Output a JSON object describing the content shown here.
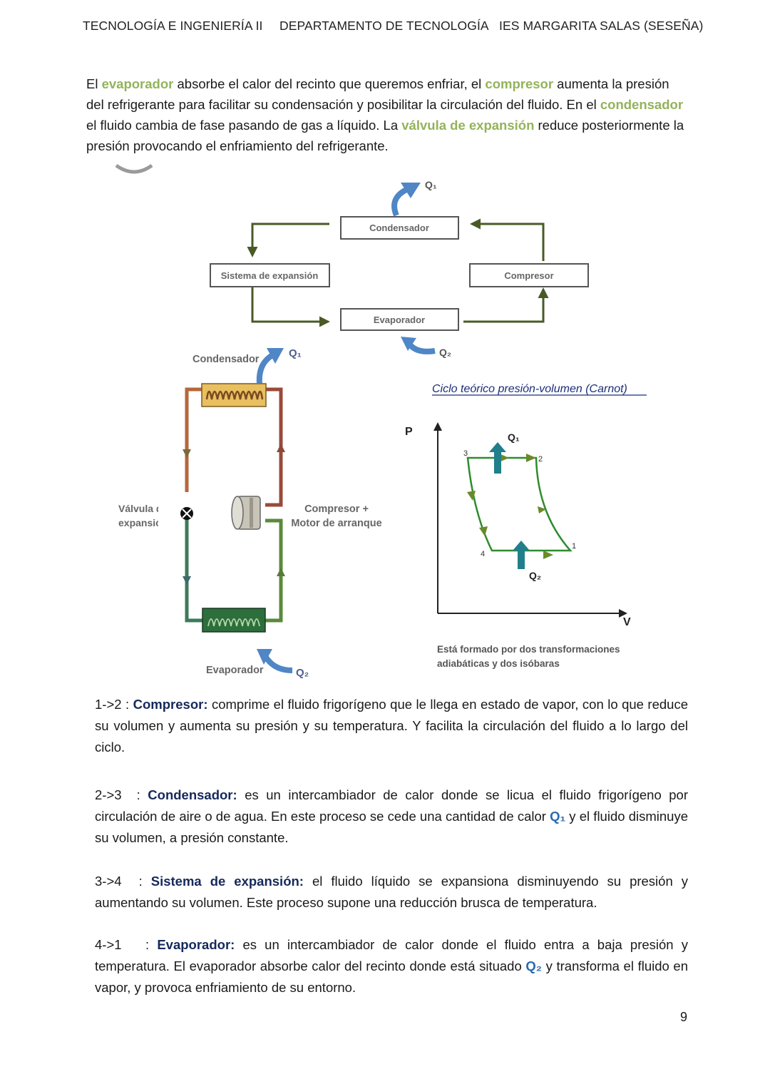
{
  "header": {
    "left": "TECNOLOGÍA E INGENIERÍA II",
    "center": "DEPARTAMENTO DE TECNOLOGÍA",
    "right": "IES MARGARITA SALAS (SESEÑA)"
  },
  "intro": {
    "t1": "El ",
    "k1": "evaporador",
    "t2": " absorbe el calor del recinto que queremos enfriar, el ",
    "k2": "compresor",
    "t3": " aumenta la presión del refrigerante para facilitar su condensación y posibilitar la circulación del fluido. En el ",
    "k3": "condensador",
    "t4": " el fluido cambia de fase pasando de gas a líquido. La ",
    "k4": "válvula de expansión",
    "t5": " reduce posteriormente la presión provocando el enfriamiento del refrigerante."
  },
  "block_diagram": {
    "condensador": "Condensador",
    "expansion": "Sistema de expansión",
    "compresor": "Compresor",
    "evaporador": "Evaporador",
    "q1": "Q₁",
    "q2": "Q₂"
  },
  "circuit": {
    "condensador": "Condensador",
    "evaporador": "Evaporador",
    "valvula_1": "Válvula d",
    "valvula_2": "expansió",
    "compresor_1": "Compresor +",
    "compresor_2": "Motor de arranque",
    "q1": "Q₁",
    "q2": "Q₂"
  },
  "pv_diagram": {
    "title": "Ciclo teórico presión-volumen (Carnot)",
    "p_label": "P",
    "v_label": "V",
    "q1": "Q₁",
    "q2": "Q₂",
    "p1": "1",
    "p2": "2",
    "p3": "3",
    "p4": "4",
    "caption_1": "Está formado por dos transformaciones",
    "caption_2": "adiabáticas y dos isóbaras"
  },
  "steps": [
    {
      "num": "1->2",
      "sep": " : ",
      "name": "Compresor:",
      "text": " comprime el fluido frigorígeno que le llega en estado de vapor, con lo que reduce su volumen y aumenta su presión y su temperatura. Y facilita la circulación del fluido a lo largo del ciclo."
    },
    {
      "num": "2->3",
      "sep": "  : ",
      "name": "Condensador:",
      "text_a": " es un intercambiador de calor donde se licua el fluido frigorígeno por circulación de aire o de agua. En este proceso se cede una cantidad de calor ",
      "q": "Q₁",
      "text_b": " y el fluido disminuye su volumen, a presión constante."
    },
    {
      "num": "3->4",
      "sep": "  : ",
      "name": "Sistema de expansión:",
      "text": " el fluido líquido se expansiona disminuyendo su presión y aumentando su volumen. Este proceso supone una reducción brusca de temperatura."
    },
    {
      "num": "4->1",
      "sep": "   : ",
      "name": "Evaporador:",
      "text_a": " es un intercambiador de calor donde el fluido entra a baja presión y temperatura. El evaporador absorbe calor del recinto donde está situado ",
      "q": "Q₂",
      "text_b": " y transforma el fluido en vapor, y provoca enfriamiento de su entorno."
    }
  ],
  "page_number": "9",
  "colors": {
    "green_keyword": "#93b35b",
    "blue_keyword": "#16295a",
    "diagram_line": "#4a5a26",
    "arrow_blue": "#4f86c6",
    "pv_curve": "#2e8b2e",
    "pv_arrow_teal": "#1f7f8a"
  }
}
